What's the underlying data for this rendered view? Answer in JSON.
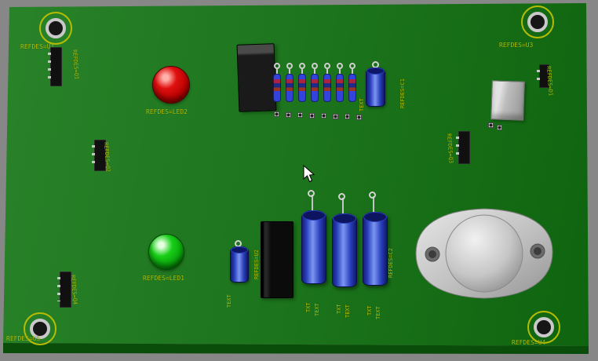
{
  "colors": {
    "background": "#878787",
    "board_green": "#117511",
    "board_edge": "#0a4c0a",
    "silkscreen": "#b6bc04",
    "led_red": "#e01010",
    "led_green": "#17cf17",
    "capacitor_blue": "#2a3fbb",
    "metal_gray": "#c2c2c2",
    "component_black": "#141414"
  },
  "board": {
    "corner_labels": {
      "top_left": "REFDES=U1",
      "top_right": "REFDES=U3",
      "bottom_left": "REFDES=U5",
      "bottom_right": "REFDES=U4"
    }
  },
  "components": {
    "led_red": {
      "label": "REFDES=LED2"
    },
    "led_green": {
      "label": "REFDES=LED1"
    },
    "transistor_tl": {
      "label": "REFDES=Q1"
    },
    "transistor_ml": {
      "label": "REFDES=Q2"
    },
    "transistor_mr": {
      "label": "REFDES=Q3"
    },
    "transistor_bl": {
      "label": "REFDES=Q4"
    },
    "diode_tr": {
      "label": "REFDES=D1"
    },
    "ic_bottom": {
      "label": "REFDES=U2"
    },
    "cap_top": {
      "label": "REFDES=C1",
      "text": "TEXT"
    },
    "cap_small_bottom": {
      "text": "TEXT"
    },
    "cap_large_1": {
      "txt": "TXT",
      "text": "TEXT"
    },
    "cap_large_2": {
      "txt": "TXT",
      "text": "TEXT"
    },
    "cap_large_3": {
      "txt": "TXT",
      "text": "TEXT",
      "label": "REFDES=C2"
    },
    "resistor_count": 7
  }
}
